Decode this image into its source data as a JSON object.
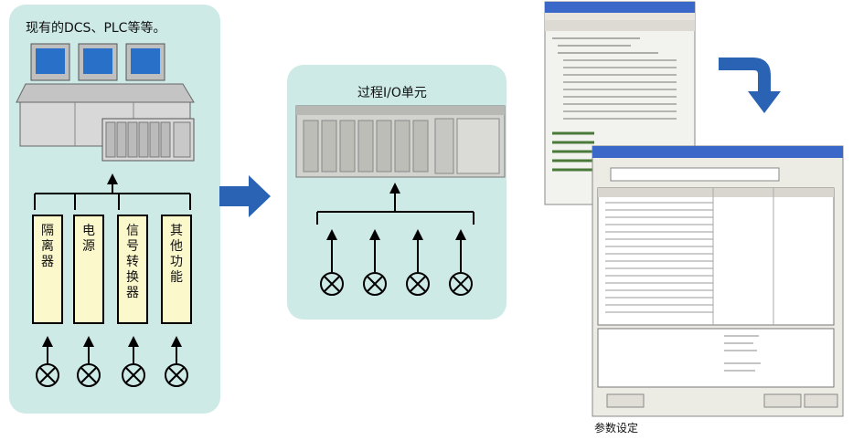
{
  "left_panel": {
    "title": "现有的DCS、PLC等等。",
    "modules": [
      {
        "label": "隔\n离\n器"
      },
      {
        "label": "电\n源"
      },
      {
        "label": "信\n号\n转\n换\n器"
      },
      {
        "label": "其\n他\n功\n能"
      }
    ]
  },
  "middle_panel": {
    "title": "过程I/O单元"
  },
  "right_caption": "参数设定",
  "colors": {
    "panel": "#cdeae6",
    "arrow_blue": "#2a62b4",
    "module_fill": "#fbf8cc",
    "monitor_screen": "#2870c8"
  },
  "icons": [
    "sensor-icon",
    "arrow-up-icon",
    "arrow-right-icon",
    "curved-arrow-icon"
  ]
}
